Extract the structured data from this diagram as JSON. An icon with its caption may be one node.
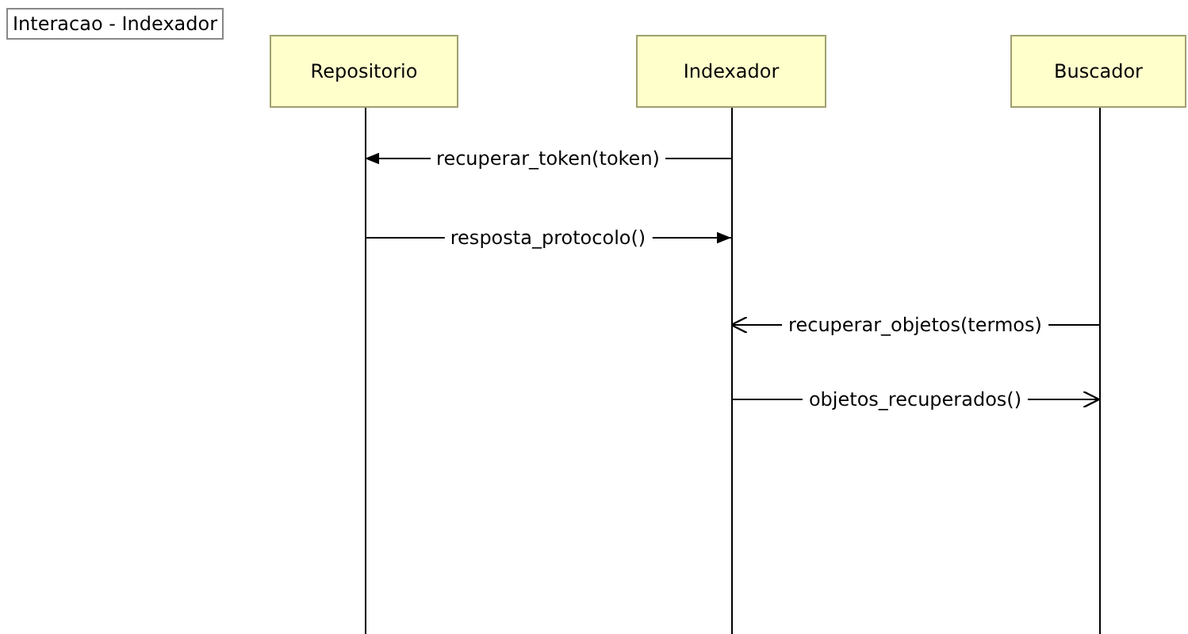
{
  "diagram": {
    "title": "Interacao - Indexador",
    "nodes": [
      {
        "text": [
          "Repositorio"
        ]
      },
      {
        "text": [
          "Indexador"
        ]
      },
      {
        "text": [
          "Buscador"
        ]
      }
    ],
    "edges": [
      {
        "from": 1,
        "to": 0,
        "arrow": "to",
        "label": "recuperar_token(token)"
      },
      {
        "from": 0,
        "to": 1,
        "arrow": "to",
        "label": "resposta_protocolo()"
      },
      {
        "from": 2,
        "to": 1,
        "arrow": "to",
        "label": "recuperar_objetos(termos)"
      },
      {
        "from": 1,
        "to": 2,
        "arrow": "to",
        "label": "objetos_recuperados()"
      }
    ]
  }
}
